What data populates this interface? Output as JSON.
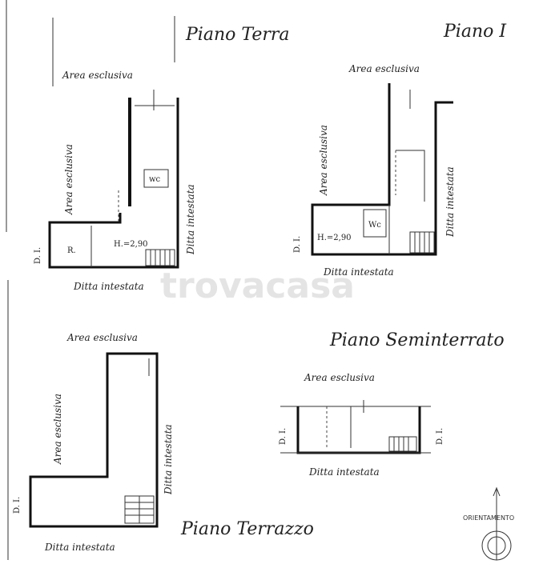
{
  "watermark": "trovacasa",
  "floors": {
    "ground": {
      "title": "Piano Terra",
      "top_label": "Area esclusiva",
      "left_label": "Area esclusiva",
      "right_label": "Ditta intestata",
      "bottom_label": "Ditta intestata",
      "side_mark": "D. I.",
      "wc": "wc",
      "room_mark": "R.",
      "height": "H.=2,90"
    },
    "first": {
      "title": "Piano I",
      "top_label": "Area esclusiva",
      "left_label": "Area esclusiva",
      "right_label": "Ditta intestata",
      "bottom_label": "Ditta intestata",
      "side_mark": "D. I.",
      "wc": "Wc",
      "height": "H.=2,90"
    },
    "terrace": {
      "title": "Piano Terrazzo",
      "top_label": "Area esclusiva",
      "left_label": "Area esclusiva",
      "right_label": "Ditta intestata",
      "bottom_label": "Ditta intestata",
      "side_mark": "D. I."
    },
    "semi": {
      "title": "Piano Seminterrato",
      "top_label": "Area esclusiva",
      "bottom_label": "Ditta intestata",
      "left_mark": "D. I.",
      "right_mark": "D. I."
    }
  },
  "orientation_label": "ORIENTAMENTO"
}
